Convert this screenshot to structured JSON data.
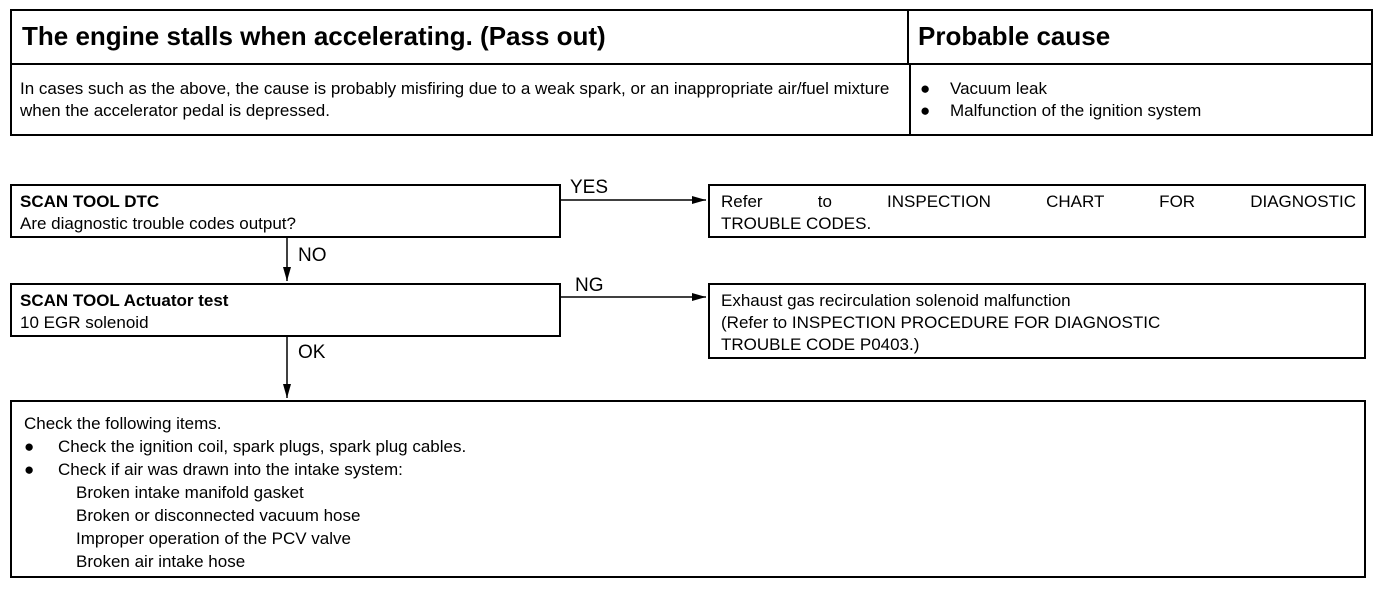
{
  "header": {
    "title": "The engine stalls when accelerating. (Pass out)",
    "cause_title": "Probable cause",
    "description": "In cases such as the above, the cause is probably misfiring due to a weak spark, or an inappropriate air/fuel mixture when the accelerator pedal is depressed.",
    "causes": [
      "Vacuum leak",
      "Malfunction of the ignition system"
    ]
  },
  "flow": {
    "step1": {
      "title": "SCAN TOOL DTC",
      "text": "Are diagnostic trouble codes output?"
    },
    "step1_yes_label": "YES",
    "step1_no_label": "NO",
    "result1": {
      "line1": "Refer to INSPECTION CHART FOR DIAGNOSTIC",
      "line2": "TROUBLE CODES."
    },
    "step2": {
      "title": "SCAN TOOL Actuator test",
      "text": "10 EGR solenoid"
    },
    "step2_ng_label": "NG",
    "step2_ok_label": "OK",
    "result2": {
      "line1": "Exhaust gas recirculation solenoid malfunction",
      "line2": "(Refer to INSPECTION PROCEDURE FOR DIAGNOSTIC",
      "line3": "TROUBLE CODE P0403.)"
    },
    "final": {
      "intro": "Check the following items.",
      "items": [
        "Check the ignition coil, spark plugs, spark plug cables.",
        "Check if air was drawn into the intake system:"
      ],
      "subitems": [
        "Broken intake manifold gasket",
        "Broken or disconnected vacuum hose",
        "Improper operation of the PCV valve",
        "Broken air intake hose"
      ]
    }
  }
}
